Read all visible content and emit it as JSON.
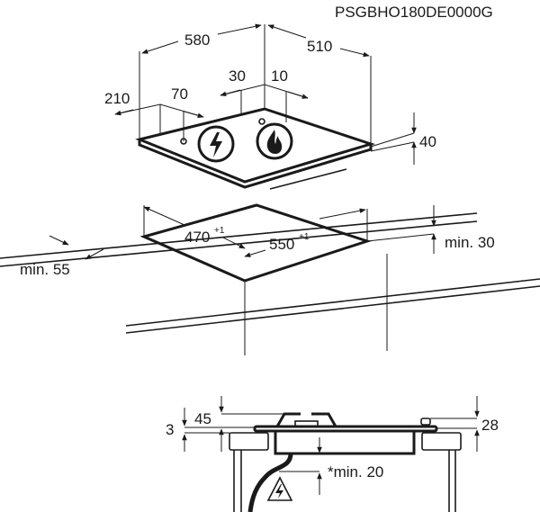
{
  "model_code": "PSGBHO180DE0000G",
  "top_view": {
    "width": "580",
    "depth": "510",
    "rear_offset_left": "30",
    "rear_offset_right": "10",
    "front_left_offset": "210",
    "front_left_depth": "70",
    "height": "40",
    "icons": [
      "electric-lightning-icon",
      "gas-flame-icon"
    ]
  },
  "cutout": {
    "width_label": "470",
    "width_tolerance": "+1",
    "depth_label": "550",
    "depth_tolerance": "+1",
    "front_distance": "min. 55",
    "side_distance": "min. 30"
  },
  "section_view": {
    "left_height": "3",
    "left_burner_height": "45",
    "right_height": "28",
    "clearance": "*min. 20",
    "warning_icon": "electrical-hazard-icon"
  }
}
